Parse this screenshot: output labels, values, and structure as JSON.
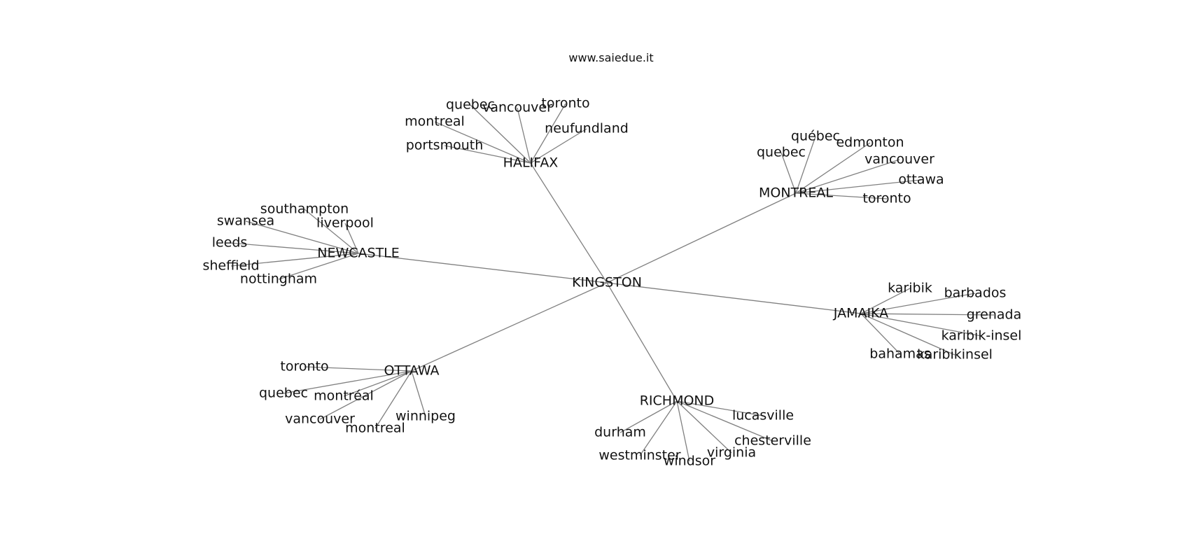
{
  "site": "www.saiedue.it",
  "colors": {
    "edge": "#808080",
    "text": "#111111",
    "background": "#ffffff"
  },
  "graph": {
    "root": "KINGSTON",
    "hubs": [
      {
        "id": "halifax",
        "label": "HALIFAX",
        "children": [
          "quebec",
          "vancouver",
          "toronto",
          "montreal",
          "neufundland",
          "portsmouth"
        ]
      },
      {
        "id": "montreal",
        "label": "MONTREAL",
        "children": [
          "québec",
          "edmonton",
          "quebec",
          "vancouver",
          "ottawa",
          "toronto"
        ]
      },
      {
        "id": "newcastle",
        "label": "NEWCASTLE",
        "children": [
          "southampton",
          "swansea",
          "liverpool",
          "leeds",
          "sheffield",
          "nottingham"
        ]
      },
      {
        "id": "jamaika",
        "label": "JAMAIKA",
        "children": [
          "karibik",
          "barbados",
          "grenada",
          "karibik-insel",
          "bahamas",
          "karibikinsel"
        ]
      },
      {
        "id": "ottawa",
        "label": "OTTAWA",
        "children": [
          "toronto",
          "quebec",
          "montréal",
          "vancouver",
          "montreal",
          "winnipeg"
        ]
      },
      {
        "id": "richmond",
        "label": "RICHMOND",
        "children": [
          "lucasville",
          "durham",
          "chesterville",
          "virginia",
          "westminster",
          "windsor"
        ]
      }
    ]
  }
}
